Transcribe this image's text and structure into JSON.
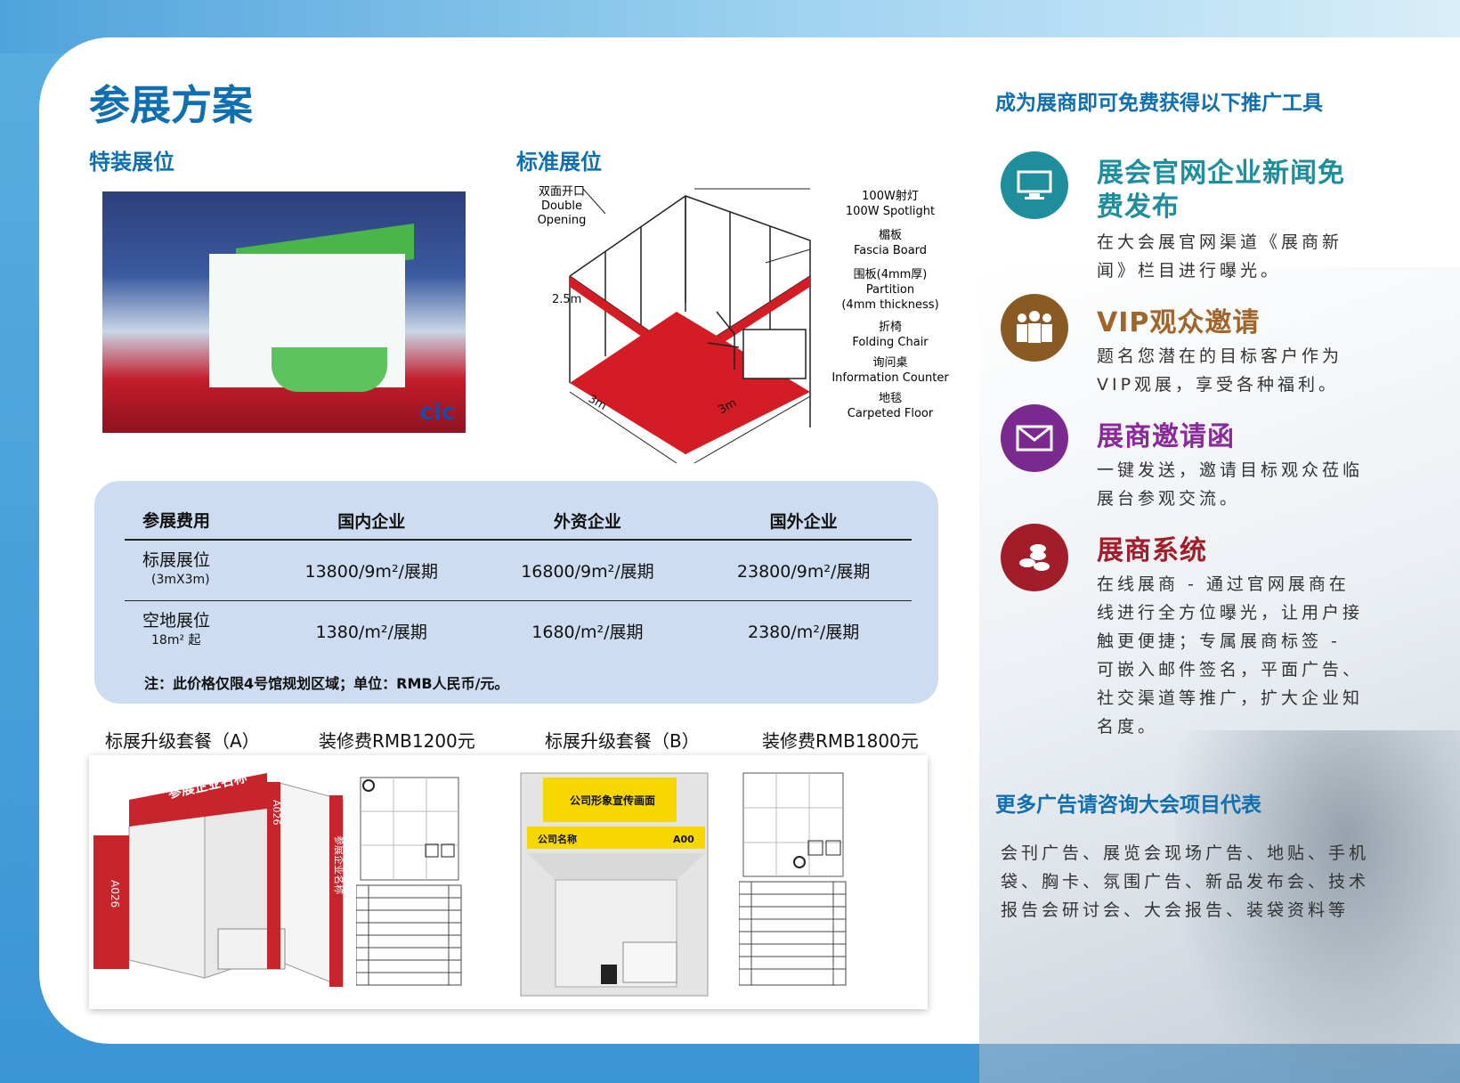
{
  "title": "参展方案",
  "special_booth": {
    "heading": "特装展位",
    "photo_logo": "cic"
  },
  "standard_booth": {
    "heading": "标准展位",
    "labels": {
      "double_opening_cn": "双面开口",
      "double_opening_en": "Double Opening",
      "spotlight_cn": "100W射灯",
      "spotlight_en": "100W Spotlight",
      "fascia_cn": "楣板",
      "fascia_en": "Fascia Board",
      "partition_cn": "围板(4mm厚)",
      "partition_en": "Partition",
      "partition_en2": "(4mm thickness)",
      "chair_cn": "折椅",
      "chair_en": "Folding Chair",
      "counter_cn": "询问桌",
      "counter_en": "Information Counter",
      "floor_cn": "地毯",
      "floor_en": "Carpeted Floor",
      "height": "2.5m",
      "width1": "3m",
      "width2": "3m"
    }
  },
  "price_table": {
    "headers": [
      "参展费用",
      "国内企业",
      "外资企业",
      "国外企业"
    ],
    "rows": [
      {
        "label": "标展展位",
        "sub": "(3mX3m)",
        "values": [
          "13800/9m²/展期",
          "16800/9m²/展期",
          "23800/9m²/展期"
        ]
      },
      {
        "label": "空地展位",
        "sub": "18m² 起",
        "values": [
          "1380/m²/展期",
          "1680/m²/展期",
          "2380/m²/展期"
        ]
      }
    ],
    "note": "注：此价格仅限4号馆规划区域；单位：RMB人民币/元。"
  },
  "packages": {
    "a_label": "标展升级套餐（A）",
    "a_fee": "装修费RMB1200元",
    "b_label": "标展升级套餐（B）",
    "b_fee": "装修费RMB1800元",
    "a_fascia": "参展企业名称",
    "a_code": "A026",
    "a_side": "参展企业名称",
    "b_image_banner": "公司形象宣传画面",
    "b_company": "公司名称",
    "b_code": "A00"
  },
  "right": {
    "heading": "成为展商即可免费获得以下推广工具",
    "tools": [
      {
        "icon": "monitor-icon",
        "color": "#1e8d9c",
        "title_color": "#1e8d9c",
        "title": "展会官网企业新闻免费发布",
        "desc": "在大会展官网渠道《展商新闻》栏目进行曝光。"
      },
      {
        "icon": "people-icon",
        "color": "#8a5a24",
        "title_color": "#a0652a",
        "title": "VIP观众邀请",
        "desc": "题名您潜在的目标客户作为VIP观展，享受各种福利。"
      },
      {
        "icon": "envelope-icon",
        "color": "#7a2a8e",
        "title_color": "#8a2a9a",
        "title": "展商邀请函",
        "desc": "一键发送，邀请目标观众莅临展台参观交流。"
      },
      {
        "icon": "coins-icon",
        "color": "#a11d2a",
        "title_color": "#a11d2a",
        "title": "展商系统",
        "desc": "在线展商 - 通过官网展商在线进行全方位曝光，让用户接触更便捷；专属展商标签 - 可嵌入邮件签名，平面广告、社交渠道等推广，扩大企业知名度。"
      }
    ],
    "more_heading": "更多广告请咨询大会项目代表",
    "more_text": "会刊广告、展览会现场广告、地贴、手机袋、胸卡、氛围广告、新品发布会、技术报告会研讨会、大会报告、装袋资料等"
  }
}
